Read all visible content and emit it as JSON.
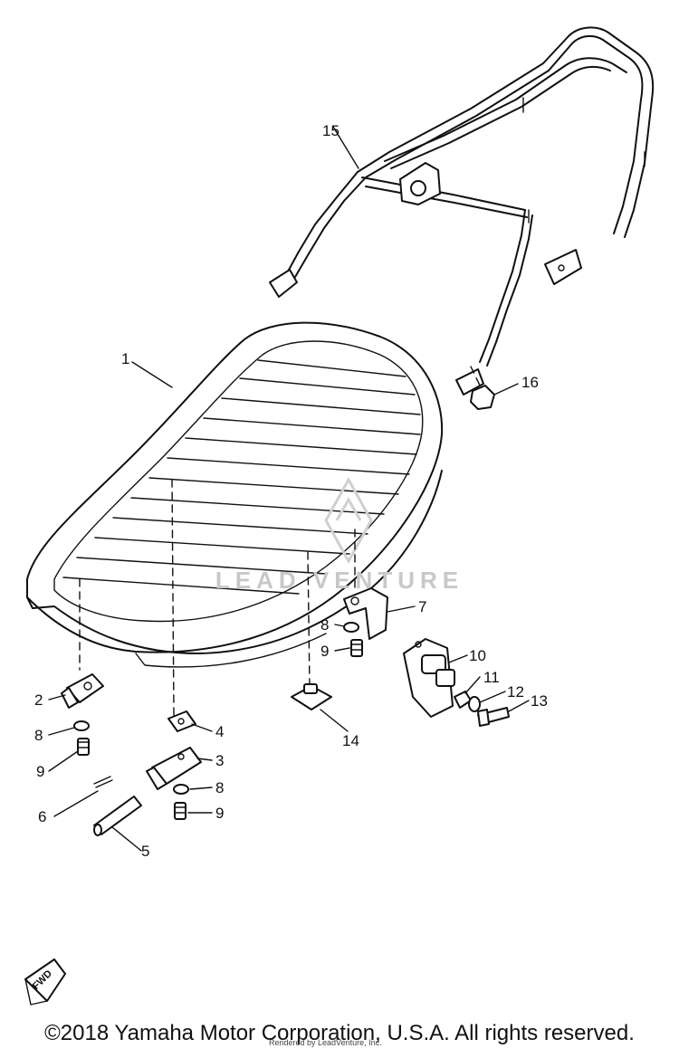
{
  "diagram": {
    "part_labels": [
      "1",
      "2",
      "3",
      "4",
      "5",
      "6",
      "7",
      "8",
      "9",
      "10",
      "11",
      "12",
      "13",
      "14",
      "15",
      "16",
      "8",
      "9",
      "8",
      "9"
    ],
    "watermark": {
      "text": "LEAD  VENTURE"
    },
    "fwd_badge": "FWD"
  },
  "footer": {
    "copyright": "©2018 Yamaha Motor Corporation, U.S.A. All rights reserved.",
    "rendered_by": "Rendered by LeadVenture, Inc."
  }
}
